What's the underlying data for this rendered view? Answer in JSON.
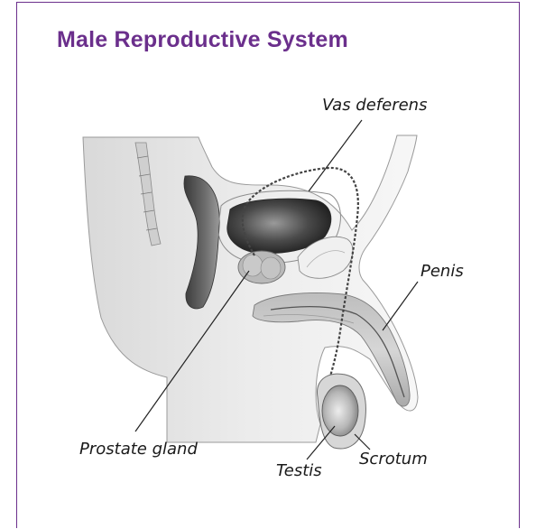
{
  "figure": {
    "title": "Male Reproductive System",
    "accent_color": "#6b2f8c",
    "labels": {
      "vas_deferens": "Vas deferens",
      "penis": "Penis",
      "prostate_gland": "Prostate gland",
      "testis": "Testis",
      "scrotum": "Scrotum"
    }
  }
}
